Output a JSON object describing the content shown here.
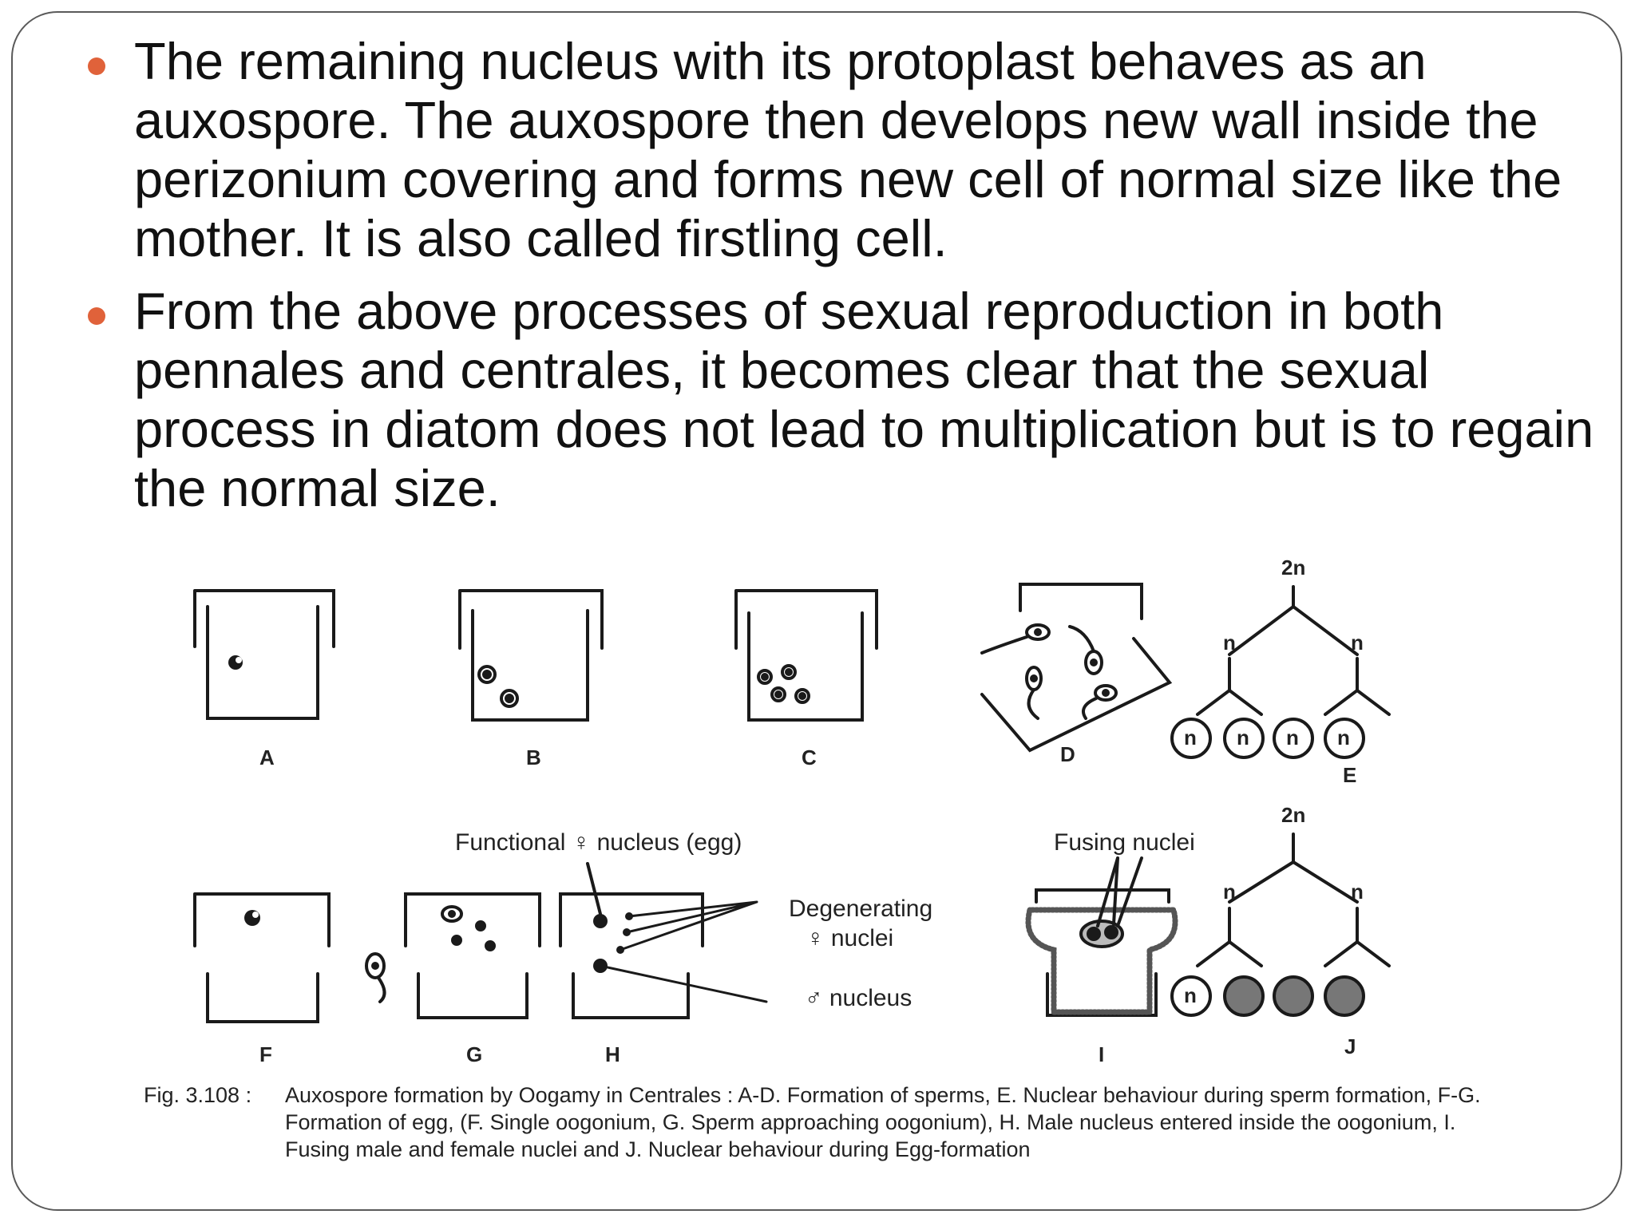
{
  "bullets": [
    {
      "text": "The remaining nucleus with its protoplast behaves as an auxospore. The auxospore then develops new wall inside the perizonium covering and forms new cell of normal size like the mother. It is also called firstling cell."
    },
    {
      "text": "From the above processes of sexual reproduction in both pennales and centrales, it becomes clear that the sexual process in diatom does not lead to multiplication but is to regain the normal size."
    }
  ],
  "figure": {
    "labels": {
      "a": "A",
      "b": "B",
      "c": "C",
      "d": "D",
      "e": "E",
      "f": "F",
      "g": "G",
      "h": "H",
      "i": "I",
      "j": "J"
    },
    "ploidy": {
      "diploid": "2n",
      "haploid": "n"
    },
    "annotations": {
      "functional_nucleus": "Functional ♀ nucleus (egg)",
      "degenerating_line1": "Degenerating",
      "degenerating_line2": "♀ nuclei",
      "male_nucleus": "♂ nucleus",
      "fusing_nuclei": "Fusing nuclei"
    },
    "caption_id": "Fig. 3.108 :",
    "caption_text": "Auxospore formation by Oogamy in Centrales : A-D. Formation of sperms, E. Nuclear behaviour during sperm formation, F-G. Formation of egg, (F. Single oogonium, G. Sperm approaching oogonium), H. Male nucleus entered inside the oogonium, I. Fusing male and female nuclei and J. Nuclear behaviour during Egg-formation"
  },
  "colors": {
    "bullet": "#e0623a",
    "border": "#5a5a5a",
    "ink": "#111111"
  }
}
